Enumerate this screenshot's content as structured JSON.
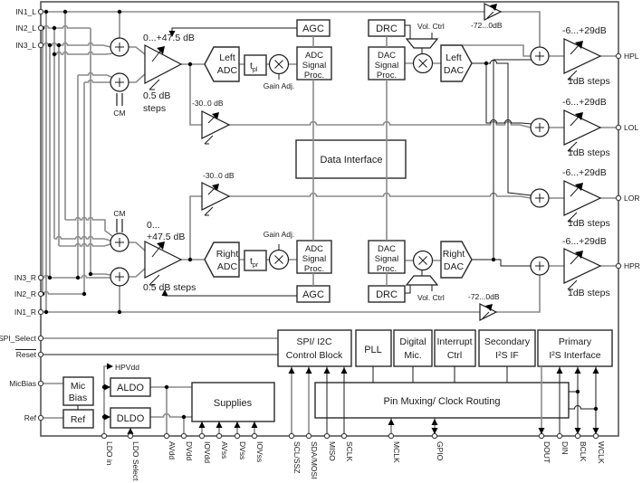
{
  "colors": {
    "wire": "#8a8a8a",
    "ink": "#1a1a1a"
  },
  "pins": {
    "left": [
      "IN1_L",
      "IN2_L",
      "IN3_L",
      "IN3_R",
      "IN2_R",
      "IN1_R",
      "SPI_Select",
      "Reset",
      "MicBias",
      "Ref"
    ],
    "right": [
      "HPL",
      "LOL",
      "LOR",
      "HPR"
    ],
    "bottom": [
      "LDO in",
      "LDO Select",
      "AVdd",
      "DVdd",
      "IOVdd",
      "AVss",
      "DVss",
      "IOVss",
      "SCL/SSZ",
      "SDA/MOSI",
      "MISO",
      "SCLK",
      "MCLK",
      "GPIO",
      "DOUT",
      "DIN",
      "BCLK",
      "WCLK"
    ]
  },
  "blocks": {
    "agc": "AGC",
    "drc": "DRC",
    "adc_sp": [
      "ADC",
      "Signal",
      "Proc."
    ],
    "dac_sp": [
      "DAC",
      "Signal",
      "Proc."
    ],
    "left_adc": [
      "Left",
      "ADC"
    ],
    "right_adc": [
      "Right",
      "ADC"
    ],
    "left_dac": [
      "Left",
      "DAC"
    ],
    "right_dac": [
      "Right",
      "DAC"
    ],
    "data_interface": "Data Interface",
    "spi": [
      "SPI/ I2C",
      "Control Block"
    ],
    "pll": "PLL",
    "dmic": [
      "Digital",
      "Mic."
    ],
    "irq": [
      "Interrupt",
      "Ctrl"
    ],
    "sec_i2s": [
      "Secondary",
      "I²S IF"
    ],
    "pri_i2s": [
      "Primary",
      "I²S Interface"
    ],
    "pinmux": "Pin Muxing/ Clock Routing",
    "supplies": "Supplies",
    "mic_bias": [
      "Mic",
      "Bias"
    ],
    "ref": "Ref",
    "aldo": "ALDO",
    "dldo": "DLDO"
  },
  "gains": {
    "pga_range": "0...+47.5 dB",
    "pga_range_a": "0...",
    "pga_range_b": "+47.5 dB",
    "pga_steps_a": "0.5 dB",
    "pga_steps_b": "steps",
    "pga_steps": "0.5 dB steps",
    "att": "-30..0 dB",
    "bypass": "-72...0dB",
    "out": "-6...+29dB",
    "out_steps": "1dB steps"
  },
  "misc": {
    "cm": "CM",
    "gain_adj": "Gain Adj.",
    "vol_ctrl": "Vol. Ctrl",
    "hpvdd": "HPVdd",
    "t": "t",
    "sub_left": "pl",
    "sub_right": "pr"
  }
}
